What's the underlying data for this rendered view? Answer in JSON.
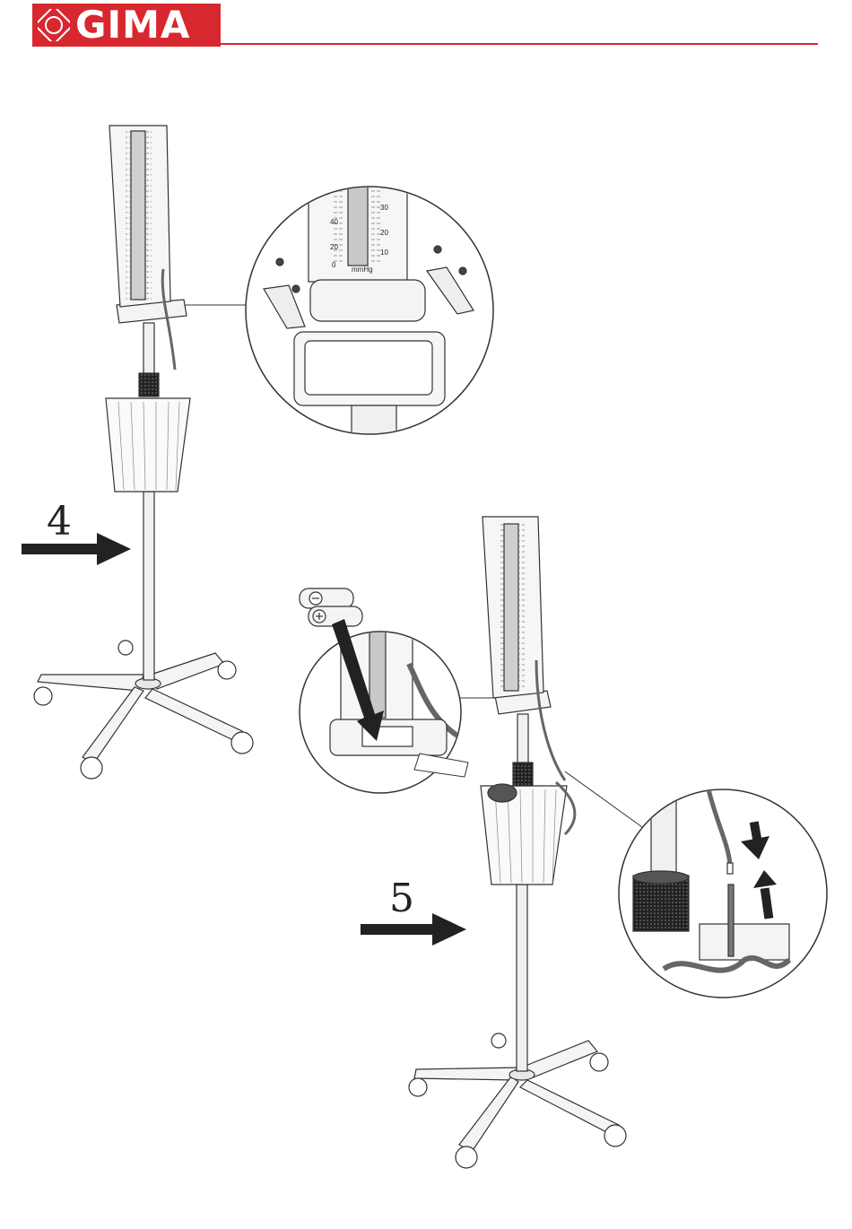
{
  "header": {
    "logo_text": "GIMA",
    "brand_color": "#d7282f"
  },
  "steps": [
    {
      "number": "4",
      "arrow_icon": "arrow-right-icon"
    },
    {
      "number": "5",
      "arrow_icon": "arrow-right-icon"
    }
  ],
  "detail_1": {
    "scale_values": [
      "40",
      "20",
      "0",
      "30",
      "20",
      "10"
    ],
    "unit": "mmHg"
  },
  "detail_2": {
    "battery_icon": "battery-icon",
    "arrows": [
      "arrow-down-icon",
      "arrow-up-icon"
    ]
  }
}
